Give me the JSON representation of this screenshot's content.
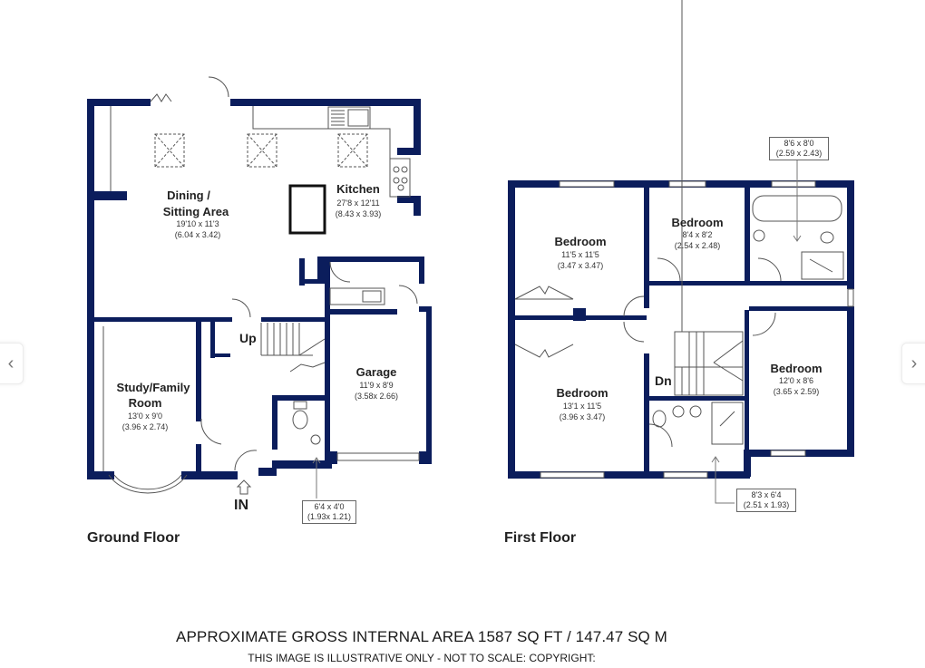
{
  "colors": {
    "wall": "#0b1d5c",
    "fixture_line": "#555555",
    "text": "#222222"
  },
  "ground_floor": {
    "label": "Ground Floor",
    "rooms": [
      {
        "name_line1": "Dining /",
        "name_line2": "Sitting Area",
        "dims_imperial": "19'10 x 11'3",
        "dims_metric": "(6.04 x 3.42)"
      },
      {
        "name_line1": "Kitchen",
        "dims_imperial": "27'8 x 12'11",
        "dims_metric": "(8.43 x 3.93)"
      },
      {
        "name_line1": "Study/Family",
        "name_line2": "Room",
        "dims_imperial": "13'0 x 9'0",
        "dims_metric": "(3.96 x 2.74)"
      },
      {
        "name_line1": "Garage",
        "dims_imperial": "11'9 x 8'9",
        "dims_metric": "(3.58x 2.66)"
      }
    ],
    "wc_callout": {
      "dims_imperial": "6'4 x 4'0",
      "dims_metric": "(1.93x 1.21)"
    },
    "stairs_label": "Up",
    "entrance_label": "IN"
  },
  "first_floor": {
    "label": "First Floor",
    "rooms": [
      {
        "name_line1": "Bedroom",
        "dims_imperial": "11'5 x 11'5",
        "dims_metric": "(3.47 x 3.47)"
      },
      {
        "name_line1": "Bedroom",
        "dims_imperial": "8'4 x 8'2",
        "dims_metric": "(2.54 x 2.48)"
      },
      {
        "name_line1": "Bedroom",
        "dims_imperial": "13'1 x 11'5",
        "dims_metric": "(3.96 x 3.47)"
      },
      {
        "name_line1": "Bedroom",
        "dims_imperial": "12'0 x 8'6",
        "dims_metric": "(3.65 x 2.59)"
      }
    ],
    "bathroom_callout": {
      "dims_imperial": "8'6 x 8'0",
      "dims_metric": "(2.59 x 2.43)"
    },
    "ensuite_callout": {
      "dims_imperial": "8'3 x 6'4",
      "dims_metric": "(2.51 x 1.93)"
    },
    "stairs_label": "Dn"
  },
  "footer": {
    "area_text": "APPROXIMATE GROSS INTERNAL AREA 1587 SQ FT / 147.47 SQ M",
    "disclaimer": "THIS IMAGE IS ILLUSTRATIVE ONLY - NOT TO SCALE: COPYRIGHT:"
  },
  "navigation": {
    "prev_icon": "chevron-left-icon",
    "next_icon": "chevron-right-icon",
    "prev_glyph": "‹",
    "next_glyph": "›"
  }
}
